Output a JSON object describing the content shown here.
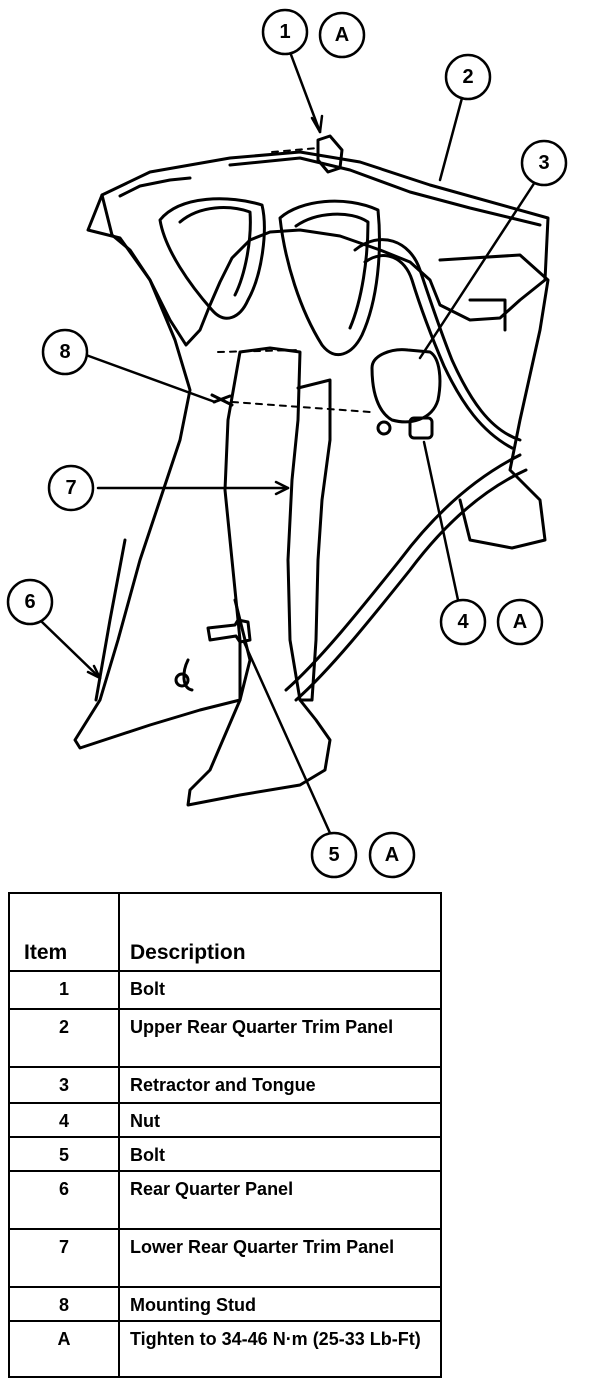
{
  "callouts": [
    {
      "id": "1",
      "text": "1"
    },
    {
      "id": "A1",
      "text": "A"
    },
    {
      "id": "2",
      "text": "2"
    },
    {
      "id": "3",
      "text": "3"
    },
    {
      "id": "8",
      "text": "8"
    },
    {
      "id": "7",
      "text": "7"
    },
    {
      "id": "6",
      "text": "6"
    },
    {
      "id": "4",
      "text": "4"
    },
    {
      "id": "A4",
      "text": "A"
    },
    {
      "id": "5",
      "text": "5"
    },
    {
      "id": "A5",
      "text": "A"
    }
  ],
  "legend": {
    "header_item": "Item",
    "header_description": "Description",
    "rows": [
      {
        "item": "1",
        "desc": "Bolt"
      },
      {
        "item": "2",
        "desc": "Upper Rear Quarter Trim Panel"
      },
      {
        "item": "3",
        "desc": "Retractor and Tongue"
      },
      {
        "item": "4",
        "desc": "Nut"
      },
      {
        "item": "5",
        "desc": "Bolt"
      },
      {
        "item": "6",
        "desc": "Rear Quarter Panel"
      },
      {
        "item": "7",
        "desc": "Lower Rear Quarter Trim Panel"
      },
      {
        "item": "8",
        "desc": "Mounting Stud"
      },
      {
        "item": "A",
        "desc": "Tighten to 34-46 N·m (25-33 Lb-Ft)"
      }
    ]
  }
}
